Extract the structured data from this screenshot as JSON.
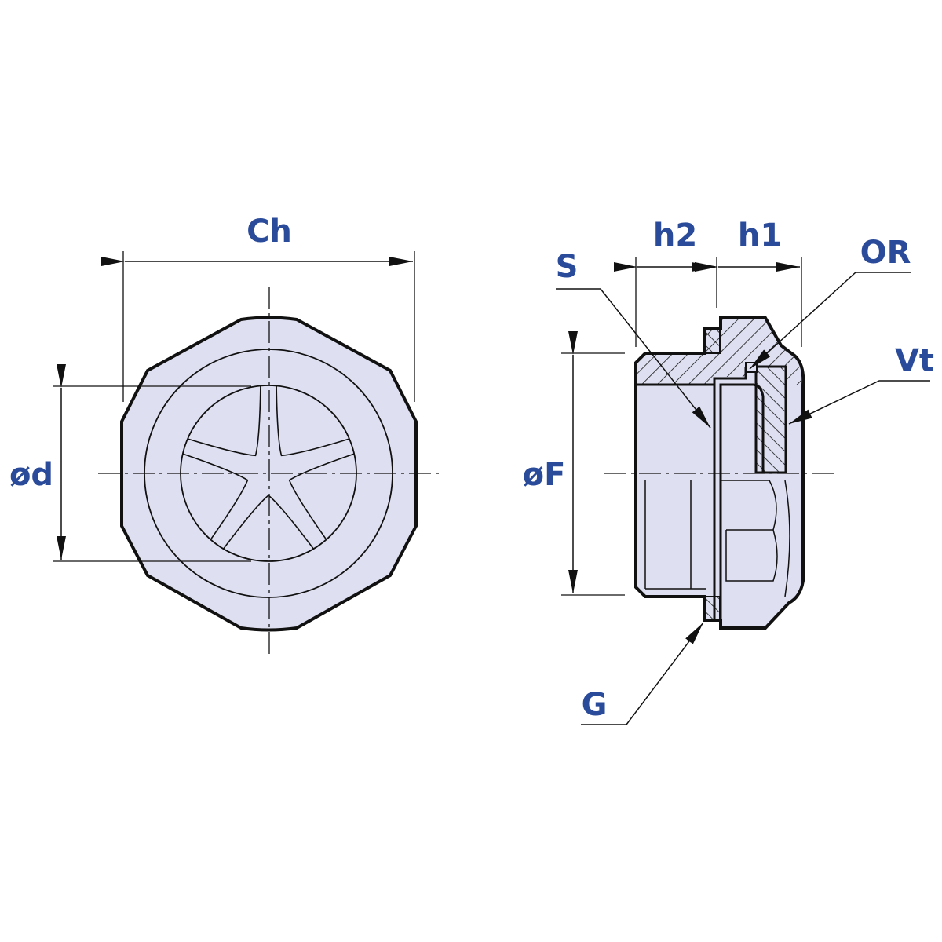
{
  "labels": {
    "ch": "Ch",
    "d": "ød",
    "h2": "h2",
    "h1": "h1",
    "s": "S",
    "or": "OR",
    "vt": "Vt",
    "f": "øF",
    "g": "G"
  },
  "colors": {
    "fill": "#dee0f1",
    "line": "#1a1a1a",
    "label": "#2a4a9a"
  }
}
